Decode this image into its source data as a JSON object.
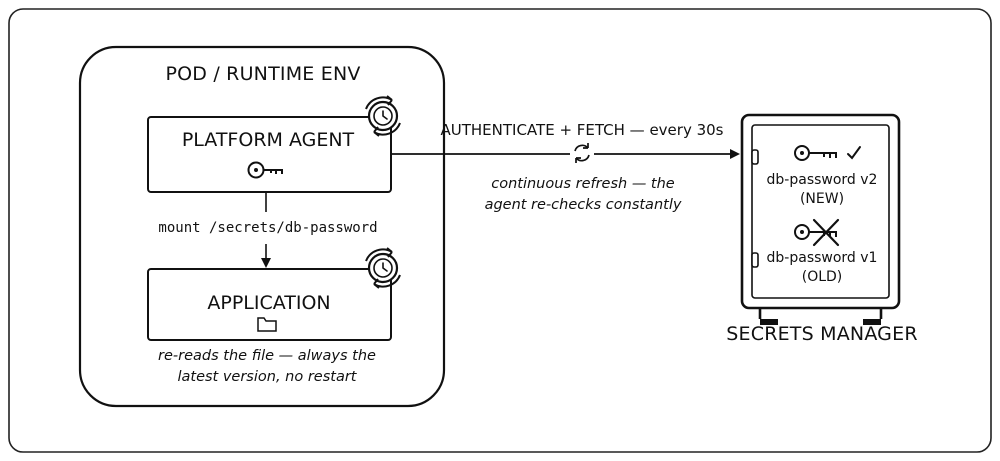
{
  "pod": {
    "title": "POD / RUNTIME ENV",
    "agent_title": "PLATFORM AGENT",
    "agent_icon": "key-icon",
    "mount_label": "mount /secrets/db-password",
    "app_title": "APPLICATION",
    "app_icon": "folder-icon",
    "app_note_line1": "re-reads the file — always the",
    "app_note_line2": "latest version, no restart"
  },
  "connection": {
    "label": "AUTHENTICATE + FETCH — every 30s",
    "icon": "refresh-icon",
    "note_line1": "continuous refresh — the",
    "note_line2": "agent re-checks constantly"
  },
  "secrets_manager": {
    "title": "SECRETS MANAGER",
    "entries": [
      {
        "name": "db-password v2",
        "tag": "(NEW)",
        "icon": "key-check-icon"
      },
      {
        "name": "db-password v1",
        "tag": "(OLD)",
        "icon": "key-crossed-icon"
      }
    ]
  },
  "colors": {
    "stroke": "#111111",
    "background": "#ffffff"
  }
}
